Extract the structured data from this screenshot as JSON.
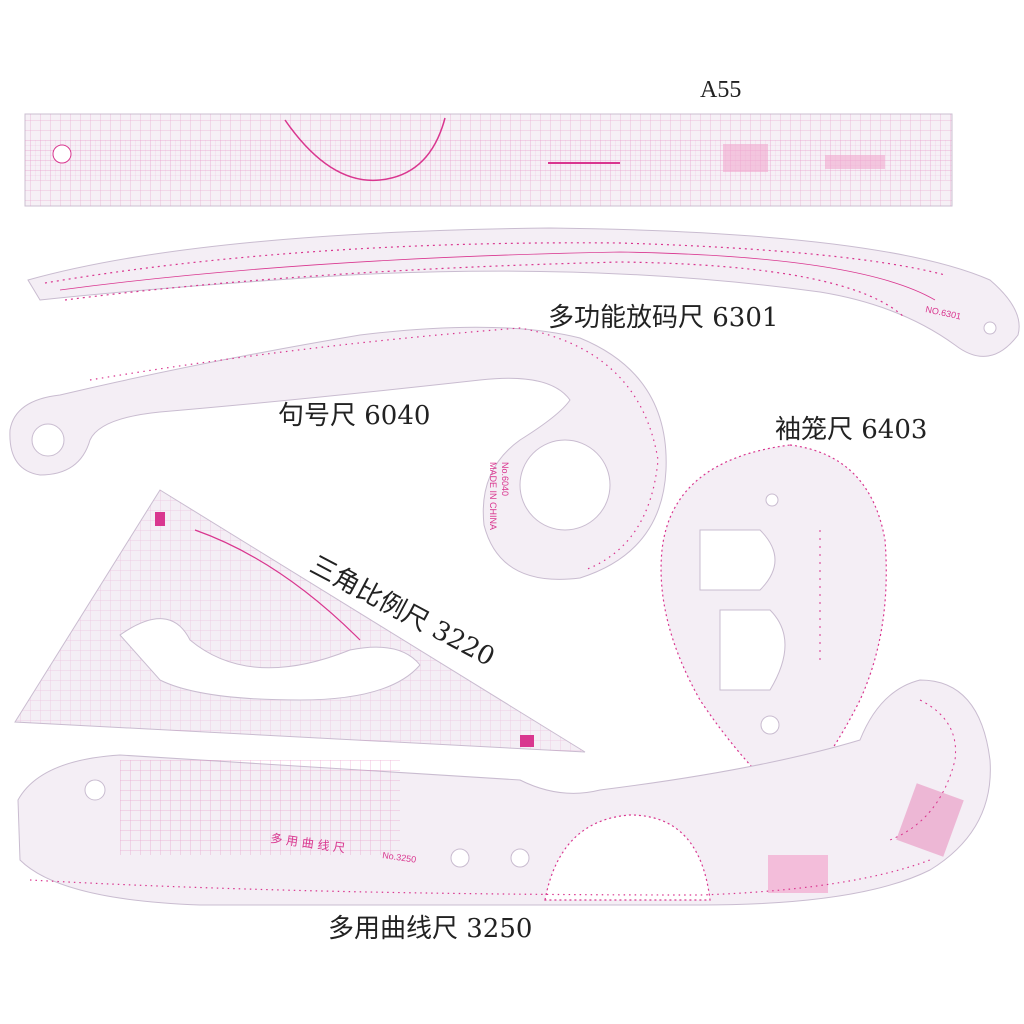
{
  "labels": {
    "straight_ruler": "A55",
    "grading_ruler": "多功能放码尺 6301",
    "french_curve": "句号尺 6040",
    "armhole_ruler": "袖笼尺 6403",
    "triangle_ruler": "三角比例尺 3220",
    "hip_curve": "多用曲线尺 3250"
  },
  "ruler_markings": {
    "grading_no": "NO.6301",
    "french_no": "No.6040",
    "french_made": "MADE IN CHINA",
    "hip_no": "No.3250",
    "hip_brand": "多 用 曲 线 尺"
  },
  "colors": {
    "ruler_ink": "#d9368f",
    "ruler_body": "#f4eef5",
    "ruler_edge": "#c9bcd0",
    "label_text": "#222222"
  }
}
